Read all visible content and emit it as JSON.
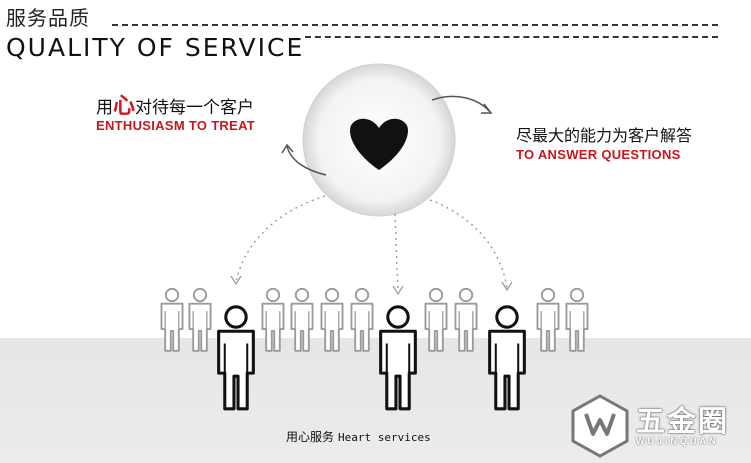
{
  "header": {
    "title_cn": "服务品质",
    "title_en": "QUALITY OF SERVICE"
  },
  "left_callout": {
    "prefix": "用",
    "highlight": "心",
    "suffix": "对待每一个客户",
    "en": "ENTHUSIASM TO TREAT"
  },
  "right_callout": {
    "cn": "尽最大的能力为客户解答",
    "en": "TO ANSWER QUESTIONS"
  },
  "caption": {
    "cn": "用心服务",
    "en": "Heart services"
  },
  "watermark": {
    "name": "五金圈",
    "sub": "WUJINQUAN"
  },
  "colors": {
    "accent_red": "#c8171c",
    "heart": "#111111",
    "floor": "#e6e6e6"
  },
  "icons": {
    "center": "heart-icon",
    "people": "person-icon",
    "logo": "wujinquan-logo"
  }
}
